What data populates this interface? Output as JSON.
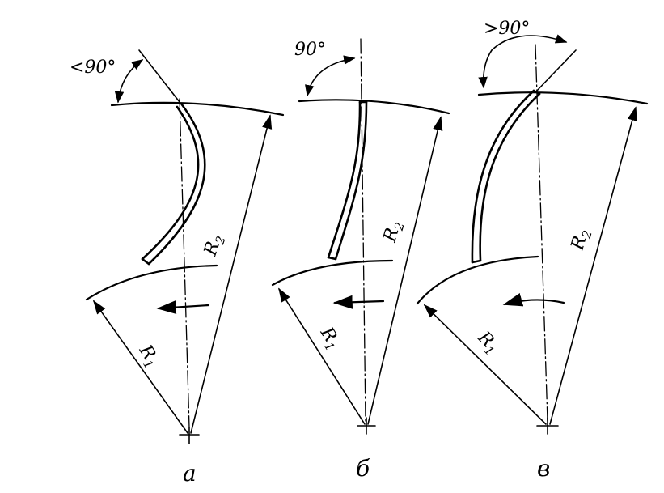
{
  "panels": [
    {
      "id": "a",
      "caption": "а",
      "angle_label": "<90°",
      "r1_label": "R",
      "r1_sub": "1",
      "r2_label": "R",
      "r2_sub": "2"
    },
    {
      "id": "b",
      "caption": "б",
      "angle_label": "90°",
      "r1_label": "R",
      "r1_sub": "1",
      "r2_label": "R",
      "r2_sub": "2"
    },
    {
      "id": "v",
      "caption": "в",
      "angle_label": ">90°",
      "r1_label": "R",
      "r1_sub": "1",
      "r2_label": "R",
      "r2_sub": "2"
    }
  ]
}
